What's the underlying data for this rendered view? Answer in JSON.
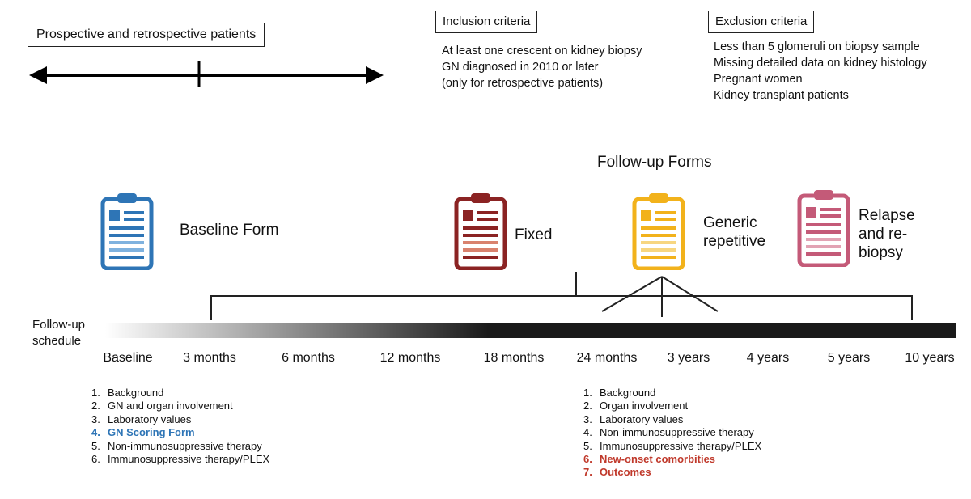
{
  "header": {
    "patients_label": "Prospective and retrospective patients",
    "inclusion": {
      "title": "Inclusion criteria",
      "items": [
        "At least one crescent on kidney biopsy",
        "GN diagnosed in 2010 or later",
        "(only for retrospective patients)"
      ]
    },
    "exclusion": {
      "title": "Exclusion criteria",
      "items": [
        "Less than 5 glomeruli on biopsy sample",
        "Missing detailed data on kidney histology",
        "Pregnant women",
        "Kidney transplant patients"
      ]
    }
  },
  "forms": {
    "followup_title": "Follow-up Forms",
    "baseline": {
      "label": "Baseline Form",
      "color": "#2e75b6",
      "icon": "clipboard-icon"
    },
    "fixed": {
      "label": "Fixed",
      "color": "#8b2323",
      "icon": "clipboard-icon"
    },
    "generic": {
      "label_line1": "Generic",
      "label_line2": "repetitive",
      "color": "#f2b21b",
      "icon": "clipboard-icon"
    },
    "relapse": {
      "label_line1": "Relapse",
      "label_line2": "and re-",
      "label_line3": "biopsy",
      "color": "#c45a78",
      "icon": "clipboard-icon"
    }
  },
  "schedule": {
    "label_line1": "Follow-up",
    "label_line2": "schedule",
    "timepoints": [
      "Baseline",
      "3 months",
      "6 months",
      "12 months",
      "18 months",
      "24 months",
      "3 years",
      "4 years",
      "5 years",
      "10 years"
    ]
  },
  "baseline_list": [
    {
      "num": "1.",
      "text": "Background",
      "highlight": ""
    },
    {
      "num": "2.",
      "text": "GN and organ involvement",
      "highlight": ""
    },
    {
      "num": "3.",
      "text": "Laboratory values",
      "highlight": ""
    },
    {
      "num": "4.",
      "text": "GN Scoring Form",
      "highlight": "blue"
    },
    {
      "num": "5.",
      "text": "Non-immunosuppressive therapy",
      "highlight": ""
    },
    {
      "num": "6.",
      "text": "Immunosuppressive therapy/PLEX",
      "highlight": ""
    }
  ],
  "followup_list": [
    {
      "num": "1.",
      "text": "Background",
      "highlight": ""
    },
    {
      "num": "2.",
      "text": "Organ involvement",
      "highlight": ""
    },
    {
      "num": "3.",
      "text": "Laboratory values",
      "highlight": ""
    },
    {
      "num": "4.",
      "text": "Non-immunosuppressive therapy",
      "highlight": ""
    },
    {
      "num": "5.",
      "text": "Immunosuppressive therapy/PLEX",
      "highlight": ""
    },
    {
      "num": "6.",
      "text": "New-onset comorbities",
      "highlight": "red"
    },
    {
      "num": "7.",
      "text": "Outcomes",
      "highlight": "red"
    }
  ],
  "colors": {
    "highlight_blue": "#2e75b6",
    "highlight_red": "#c0392b"
  }
}
